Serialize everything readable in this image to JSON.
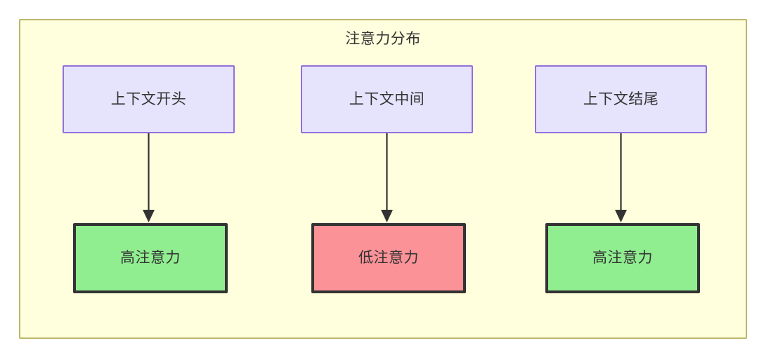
{
  "diagram": {
    "type": "flowchart",
    "direction": "top-down",
    "container": {
      "title": "注意力分布",
      "fill_color": "#ffffdd",
      "border_color": "#bdb76b"
    },
    "palette": {
      "context_fill": "#e6e3fc",
      "context_border": "#9370db",
      "high_attention_fill": "#90ee90",
      "low_attention_fill": "#fb9298",
      "result_border": "#333333",
      "text_color": "#333333",
      "arrow_color": "#333333"
    },
    "columns": [
      {
        "id": "start",
        "source": {
          "label": "上下文开头"
        },
        "target": {
          "label": "高注意力",
          "level": "high"
        }
      },
      {
        "id": "middle",
        "source": {
          "label": "上下文中间"
        },
        "target": {
          "label": "低注意力",
          "level": "low"
        }
      },
      {
        "id": "end",
        "source": {
          "label": "上下文结尾"
        },
        "target": {
          "label": "高注意力",
          "level": "high"
        }
      }
    ],
    "edges": [
      {
        "from": "上下文开头",
        "to": "高注意力",
        "style": "solid-arrow"
      },
      {
        "from": "上下文中间",
        "to": "低注意力",
        "style": "solid-arrow"
      },
      {
        "from": "上下文结尾",
        "to": "高注意力",
        "style": "solid-arrow"
      }
    ]
  }
}
